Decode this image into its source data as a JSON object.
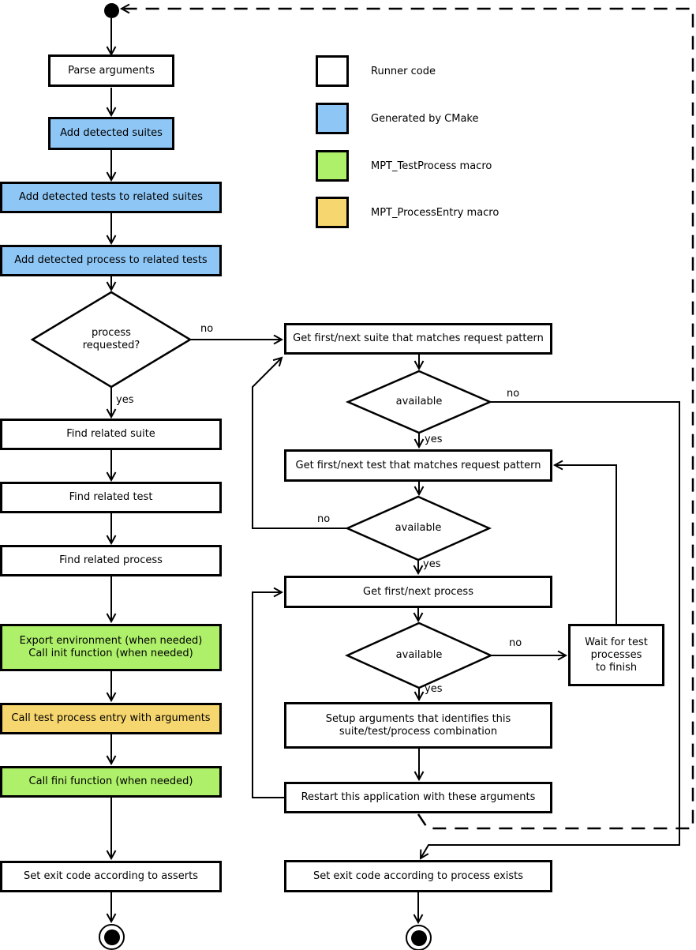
{
  "colors": {
    "runner_code": "#ffffff",
    "generated_by_cmake": "#8ec6f5",
    "mpt_test_process": "#aef06a",
    "mpt_process_entry": "#f6d66e",
    "line": "#000000"
  },
  "legend": {
    "items": [
      {
        "label": "Runner code",
        "color": "#ffffff"
      },
      {
        "label": "Generated by CMake",
        "color": "#8ec6f5"
      },
      {
        "label": "MPT_TestProcess macro",
        "color": "#aef06a"
      },
      {
        "label": "MPT_ProcessEntry macro",
        "color": "#f6d66e"
      }
    ]
  },
  "nodes": {
    "parse_arguments": {
      "label": "Parse arguments",
      "fill": "#ffffff"
    },
    "add_detected_suites": {
      "label": "Add detected suites",
      "fill": "#8ec6f5"
    },
    "add_detected_tests": {
      "label": "Add detected tests to related suites",
      "fill": "#8ec6f5"
    },
    "add_detected_process": {
      "label": "Add detected process to related tests",
      "fill": "#8ec6f5"
    },
    "process_requested": {
      "label": "process\nrequested?"
    },
    "find_related_suite": {
      "label": "Find related suite",
      "fill": "#ffffff"
    },
    "find_related_test": {
      "label": "Find related test",
      "fill": "#ffffff"
    },
    "find_related_process": {
      "label": "Find related process",
      "fill": "#ffffff"
    },
    "export_environment": {
      "label": "Export environment (when needed)\nCall init function (when needed)",
      "fill": "#aef06a"
    },
    "call_test_process_entry": {
      "label": "Call test process entry with arguments",
      "fill": "#f6d66e"
    },
    "call_fini_function": {
      "label": "Call fini function (when needed)",
      "fill": "#aef06a"
    },
    "set_exit_code_asserts": {
      "label": "Set exit code according to asserts",
      "fill": "#ffffff"
    },
    "get_first_next_suite": {
      "label": "Get first/next suite that matches request pattern",
      "fill": "#ffffff"
    },
    "suite_available": {
      "label": "available"
    },
    "get_first_next_test": {
      "label": "Get first/next test that matches request pattern",
      "fill": "#ffffff"
    },
    "test_available": {
      "label": "available"
    },
    "get_first_next_process": {
      "label": "Get first/next process",
      "fill": "#ffffff"
    },
    "process_available": {
      "label": "available"
    },
    "wait_for_test_processes": {
      "label": "Wait for test\nprocesses\nto finish",
      "fill": "#ffffff"
    },
    "setup_arguments": {
      "label": "Setup arguments that identifies this\nsuite/test/process combination",
      "fill": "#ffffff"
    },
    "restart_application": {
      "label": "Restart this application with these arguments",
      "fill": "#ffffff"
    },
    "set_exit_code_process": {
      "label": "Set exit code according to process exists",
      "fill": "#ffffff"
    }
  },
  "edge_labels": {
    "process_requested_no": "no",
    "process_requested_yes": "yes",
    "suite_available_no": "no",
    "suite_available_yes": "yes",
    "test_available_no": "no",
    "test_available_yes": "yes",
    "process_available_no": "no",
    "process_available_yes": "yes"
  }
}
